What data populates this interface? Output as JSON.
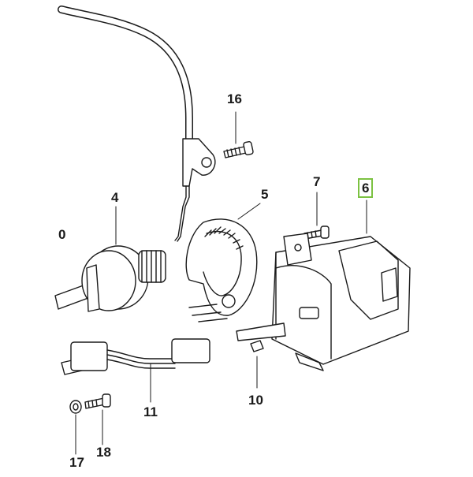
{
  "callouts": {
    "c16": "16",
    "c7": "7",
    "c6": "6",
    "c4": "4",
    "c5": "5",
    "c0": "0",
    "c11": "11",
    "c10": "10",
    "c17": "17",
    "c18": "18"
  },
  "colors": {
    "line": "#1a1a1a",
    "highlight": "#7cc242",
    "background": "#ffffff"
  },
  "icons": [
    "cable-icon",
    "screw-icon",
    "gear-icon",
    "clamp-ring-icon",
    "motor-actuator-icon",
    "harness-icon",
    "washer-icon",
    "clip-icon"
  ]
}
